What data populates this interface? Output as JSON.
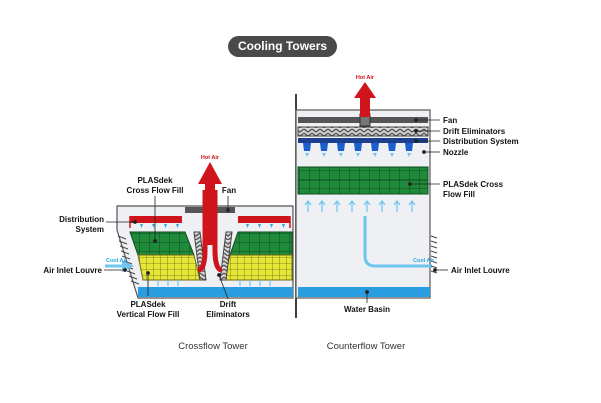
{
  "title": "Cooling Towers",
  "labels": {
    "hot_air": "Hot Air",
    "cool_air": "Cool Air",
    "fan": "Fan",
    "plasdek_cross_1": "PLASdek",
    "plasdek_cross_2": "Cross Flow Fill",
    "distribution_1": "Distribution",
    "distribution_2": "System",
    "air_inlet_louvre": "Air Inlet Louvre",
    "plasdek_vertical_1": "PLASdek",
    "plasdek_vertical_2": "Vertical Flow Fill",
    "drift_1": "Drift",
    "drift_2": "Eliminators",
    "cf_fan": "Fan",
    "cf_drift": "Drift Eliminators",
    "cf_distribution": "Distribution System",
    "cf_nozzle": "Nozzle",
    "cf_plasdek_1": "PLASdek Cross",
    "cf_plasdek_2": "Flow Fill",
    "cf_air_inlet": "Air Inlet Louvre",
    "water_basin": "Water Basin"
  },
  "captions": {
    "crossflow": "Crossflow Tower",
    "counterflow": "Counterflow Tower"
  },
  "colors": {
    "hot_air": "#d0141b",
    "cool_air": "#6ec6ef",
    "water": "#2a9de0",
    "fill_green": "#1e8a3a",
    "fill_yellow": "#e6e637",
    "dark": "#333333"
  }
}
